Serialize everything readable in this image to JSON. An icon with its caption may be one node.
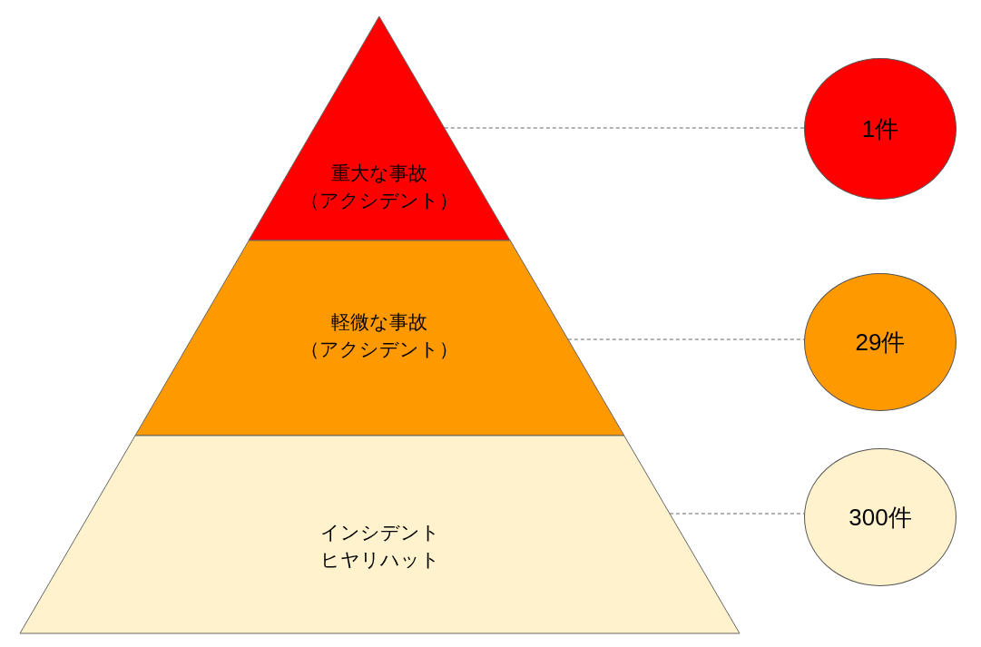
{
  "diagram": {
    "nodes": [
      {
        "text": [
          "重大な事故（アクシデント）"
        ]
      },
      {
        "text": [
          "軽微な事故（アクシデント）"
        ]
      },
      {
        "text": [
          "インシデント",
          "ヒヤリハット"
        ]
      },
      {
        "text": [
          "1件"
        ]
      },
      {
        "text": [
          "29件"
        ]
      },
      {
        "text": [
          "300件"
        ]
      }
    ],
    "edges": [
      {
        "from": 0,
        "to": 3,
        "arrow": "none",
        "style": "dashed"
      },
      {
        "from": 1,
        "to": 4,
        "arrow": "none",
        "style": "dashed"
      },
      {
        "from": 2,
        "to": 5,
        "arrow": "none",
        "style": "dashed"
      }
    ]
  }
}
